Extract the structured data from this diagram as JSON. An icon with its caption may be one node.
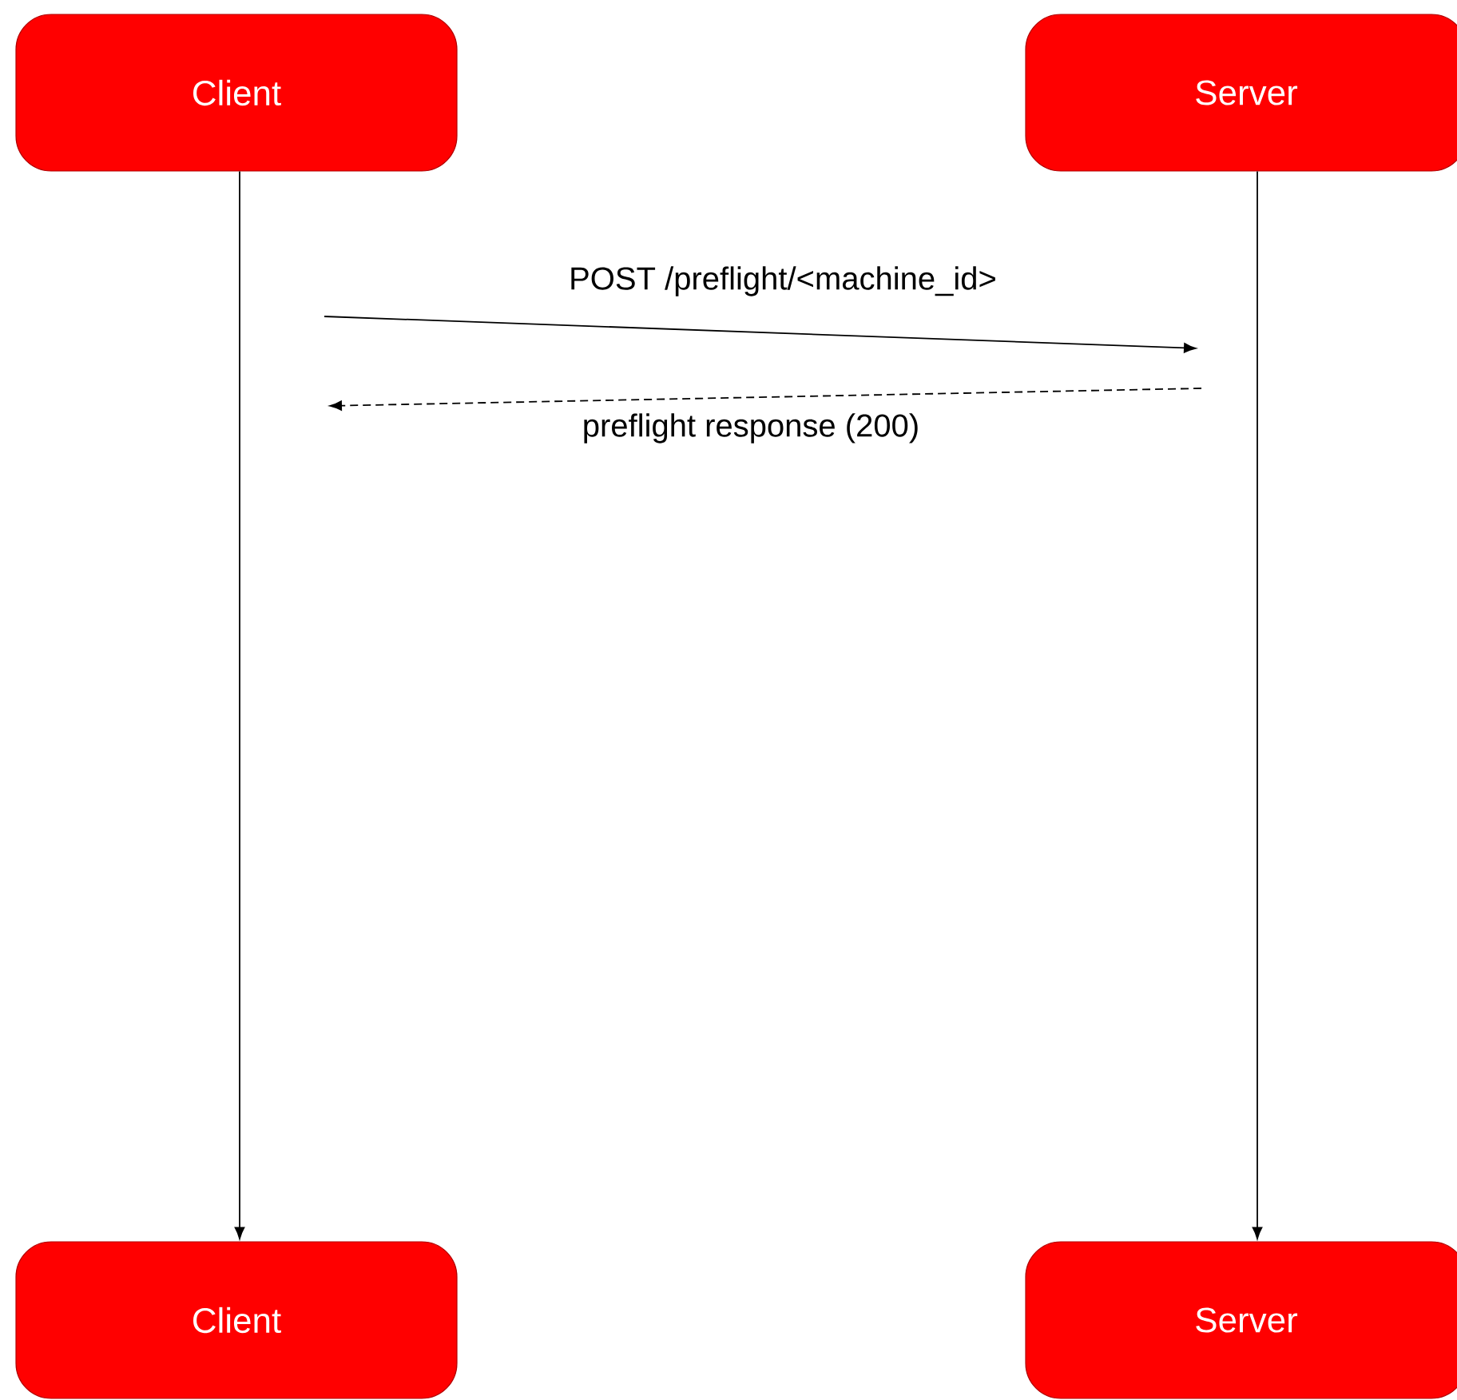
{
  "diagram": {
    "nodes": [
      {
        "text": [
          "Client"
        ]
      },
      {
        "text": [
          "Server"
        ]
      },
      {
        "text": [
          "Client"
        ]
      },
      {
        "text": [
          "Server"
        ]
      }
    ],
    "edges": [
      {
        "from": 0,
        "to": 2,
        "arrow": "to"
      },
      {
        "from": 1,
        "to": 3,
        "arrow": "to"
      }
    ],
    "labels": [
      "POST /preflight/<machine_id>",
      "preflight response (200)"
    ]
  }
}
